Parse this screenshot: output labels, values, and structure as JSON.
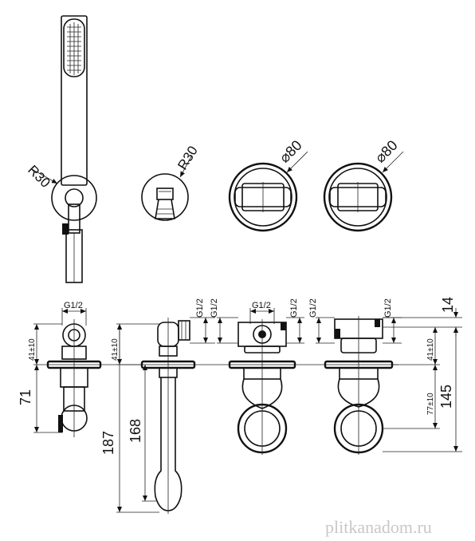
{
  "labels": {
    "r30_left": "R30",
    "r30_mid": "R30",
    "d80_a": "⌀80",
    "d80_b": "⌀80",
    "g12_a": "G1/2",
    "g12_b": "G1/2",
    "g12_c": "G1/2",
    "g12_d": "G1/2",
    "g12_e": "G1/2",
    "g12_f": "G1/2",
    "g12_g": "G1/2",
    "tol_a": "41±10",
    "tol_b": "41±10",
    "tol_c": "41±10",
    "tol_d": "77±10",
    "dim_71": "71",
    "dim_187": "187",
    "dim_168": "168",
    "dim_14": "14",
    "dim_145": "145"
  },
  "watermark": "plitkanadom.ru"
}
